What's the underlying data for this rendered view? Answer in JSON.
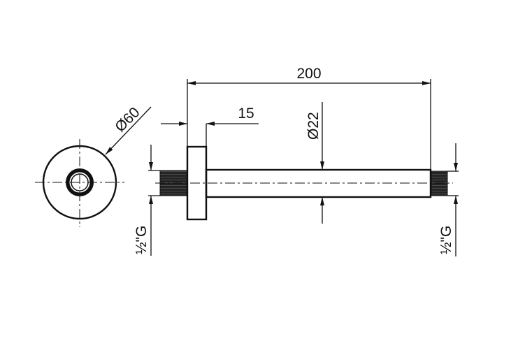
{
  "drawing": {
    "overall_length": "200",
    "flange_thickness": "15",
    "pipe_diameter": "Ø22",
    "flange_diameter": "Ø60",
    "thread_left": "½\"G",
    "thread_right": "½\"G"
  },
  "colors": {
    "line": "#111111",
    "background": "#ffffff"
  }
}
